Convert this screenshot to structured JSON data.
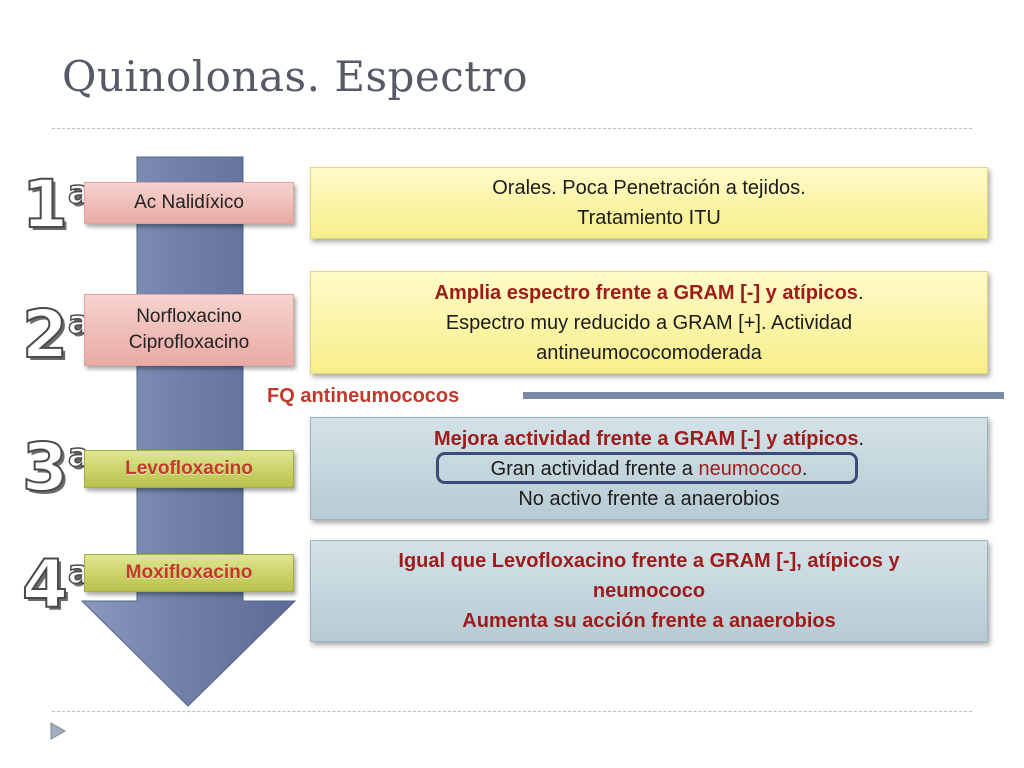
{
  "title": "Quinolonas. Espectro",
  "generations": [
    {
      "num": "1",
      "sup": "a"
    },
    {
      "num": "2",
      "sup": "a"
    },
    {
      "num": "3",
      "sup": "a"
    },
    {
      "num": "4",
      "sup": "a"
    }
  ],
  "drugs": {
    "g1": "Ac Nalidíxico",
    "g2_line1": "Norfloxacino",
    "g2_line2": "Ciprofloxacino",
    "g3": "Levofloxacino",
    "g4": "Moxifloxacino"
  },
  "fq_label": "FQ antineumococos",
  "boxes": {
    "g1": {
      "line1": "Orales.  Poca Penetración a tejidos.",
      "line2": "Tratamiento ITU"
    },
    "g2": {
      "l1a": "Amplia espectro frente  a ",
      "l1b": "GRAM",
      "l1c": " [-] y atípicos",
      "l1d": ".",
      "line2": "Espectro muy reducido a GRAM [+].  Actividad",
      "line3": "antineumococomoderada"
    },
    "g3": {
      "l1a": "Mejora actividad frente  a ",
      "l1b": "GRAM",
      "l1c": " [-] y atípicos",
      "l1d": ".",
      "l2a": "Gran actividad frente a ",
      "l2b": "neumococo",
      "l2c": ".",
      "line3": "No activo  frente a anaerobios"
    },
    "g4": {
      "l1a": "Igual que Levofloxacino frente a ",
      "l1b": "GRAM",
      "l1c": " [-],  atípicos y",
      "line2": "neumococo",
      "line3": "Aumenta su acción frente a anaerobios"
    }
  },
  "colors": {
    "arrow": "#6f7fa8",
    "accent_red": "#9e1b1b",
    "label_red": "#c0392b",
    "highlight_border": "#3d4b78"
  },
  "icons": {
    "nav": "play-triangle-icon"
  }
}
